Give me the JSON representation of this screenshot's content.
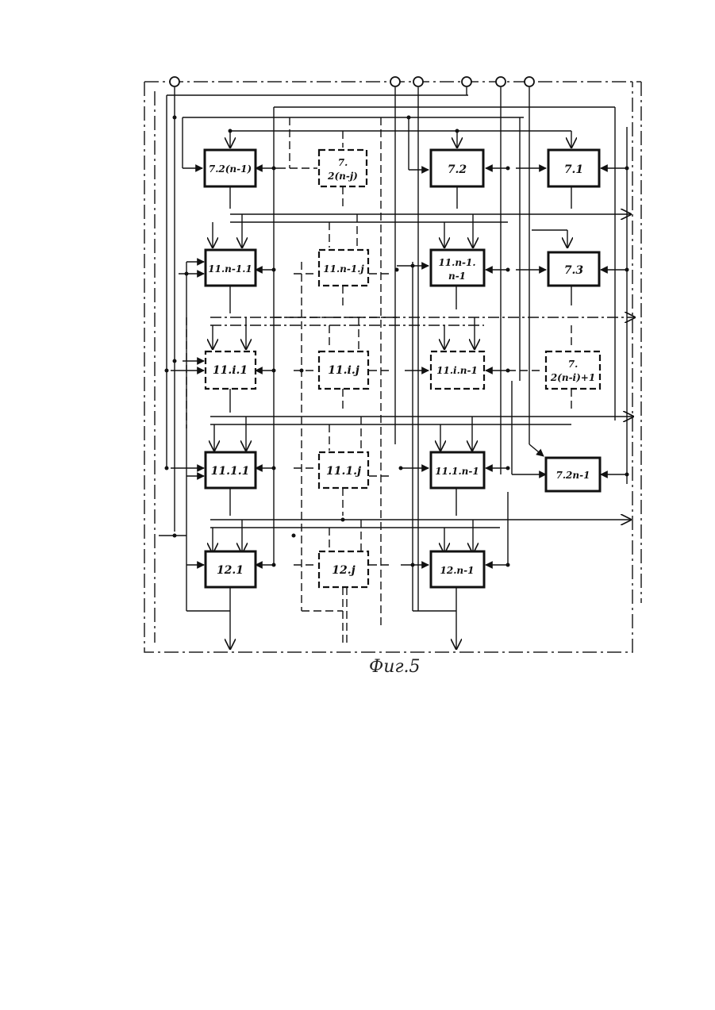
{
  "caption": "Фиг.5",
  "blocks": {
    "b72n1": "7.2(n-1)",
    "b72nj_top": "7.",
    "b72nj_bot": "2(n-j)",
    "b72": "7.2",
    "b71": "7.1",
    "b11n11": "11.n-1.1",
    "b11n1j": "11.n-1.j",
    "b11n1n1_top": "11.n-1.",
    "b11n1n1_bot": "n-1",
    "b73": "7.3",
    "b11i1": "11.i.1",
    "b11ij": "11.i.j",
    "b11in1": "11.i.n-1",
    "b72ni1_top": "7.",
    "b72ni1_bot": "2(n-i)+1",
    "b1111": "11.1.1",
    "b111j": "11.1.j",
    "b111n1": "11.1.n-1",
    "b72n_1": "7.2n-1",
    "b121": "12.1",
    "b12j": "12.j",
    "b12n1": "12.n-1"
  }
}
